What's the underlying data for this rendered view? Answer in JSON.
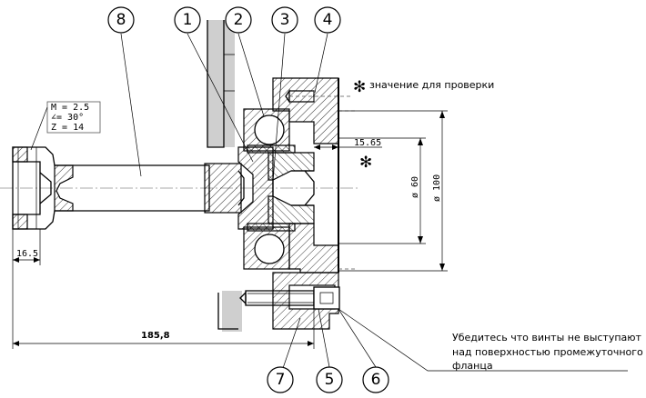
{
  "balloons": {
    "b1": "1",
    "b2": "2",
    "b3": "3",
    "b4": "4",
    "b5": "5",
    "b6": "6",
    "b7": "7",
    "b8": "8"
  },
  "notes": {
    "check_star": "✻",
    "check_text": "значение для проверки",
    "warning_line1": "Убедитесь что винты не выступают",
    "warning_line2": "над поверхностью промежуточного",
    "warning_line3": "фланца"
  },
  "gear_spec": {
    "module": "M = 2.5",
    "angle": "∠= 30°",
    "teeth": "Z = 14"
  },
  "dimensions": {
    "d_15_65": "15.65",
    "d_60": "ø 60",
    "d_100": "ø 100",
    "d_16_5": "16.5",
    "d_185_8": "185,8",
    "star_mark": "✻"
  }
}
